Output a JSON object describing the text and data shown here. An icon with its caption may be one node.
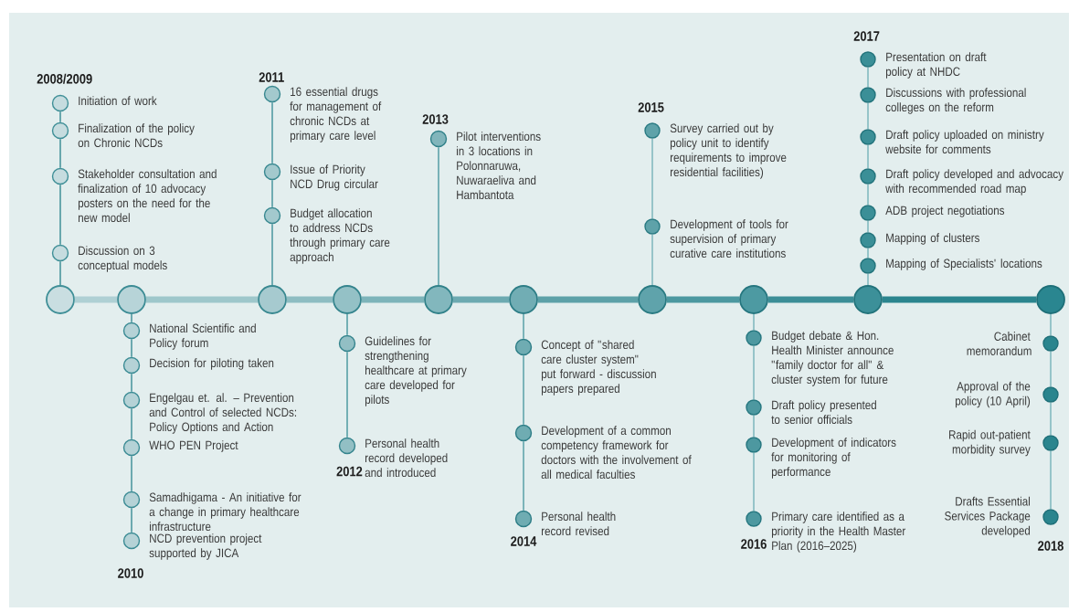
{
  "diagram": {
    "nodes": [
      {
        "text": [],
        "shape": "circle"
      },
      {
        "text": [],
        "shape": "circle",
        "beside": [
          "Initiation of work"
        ]
      },
      {
        "text": [],
        "shape": "circle",
        "beside": [
          "Finalization of the policy on Chronic NCDs"
        ]
      },
      {
        "text": [],
        "shape": "circle",
        "beside": [
          "Stakeholder consultation and finalization of 10 advocacy posters on the need for the new model"
        ]
      },
      {
        "text": [],
        "shape": "circle",
        "beside": [
          "Discussion on 3 conceptual models"
        ]
      },
      {
        "text": [],
        "shape": "circle"
      },
      {
        "text": [],
        "shape": "circle",
        "beside": [
          "National Scientific and Policy forum"
        ]
      },
      {
        "text": [],
        "shape": "circle",
        "beside": [
          "Decision for piloting taken"
        ]
      },
      {
        "text": [],
        "shape": "circle",
        "beside": [
          "Engelgau et. al. – Prevention and Control of selected NCDs: Policy Options and Action"
        ]
      },
      {
        "text": [],
        "shape": "circle",
        "beside": [
          "WHO PEN Project"
        ]
      },
      {
        "text": [],
        "shape": "circle",
        "beside": [
          "Samadhigama - An initiative for a change in primary healthcare infrastructure"
        ]
      },
      {
        "text": [],
        "shape": "circle",
        "beside": [
          "NCD prevention project supported by JICA"
        ]
      },
      {
        "text": [],
        "shape": "circle"
      },
      {
        "text": [],
        "shape": "circle",
        "beside": [
          "16 essential drugs for management of chronic NCDs at primary care level"
        ]
      },
      {
        "text": [],
        "shape": "circle",
        "beside": [
          "Issue of Priority NCD Drug circular"
        ]
      },
      {
        "text": [],
        "shape": "circle",
        "beside": [
          "Budget allocation to address NCDs through primary care approach"
        ]
      },
      {
        "text": [],
        "shape": "circle"
      },
      {
        "text": [],
        "shape": "circle",
        "beside": [
          "Guidelines for strengthening healthcare at primary care developed for pilots"
        ]
      },
      {
        "text": [],
        "shape": "circle",
        "beside": [
          "Personal health record developed and introduced"
        ]
      },
      {
        "text": [],
        "shape": "circle"
      },
      {
        "text": [],
        "shape": "circle",
        "beside": [
          "Pilot interventions in 3 locations in Polonnaruwa, Nuwaraeliva and Hambantota"
        ]
      },
      {
        "text": [],
        "shape": "circle"
      },
      {
        "text": [],
        "shape": "circle",
        "beside": [
          "Concept of \"shared care cluster system\" put forward - discussion papers prepared"
        ]
      },
      {
        "text": [],
        "shape": "circle",
        "beside": [
          "Development of a common competency framework for doctors with the involvement of all medical faculties"
        ]
      },
      {
        "text": [],
        "shape": "circle",
        "beside": [
          "Personal health record revised"
        ]
      },
      {
        "text": [],
        "shape": "circle"
      },
      {
        "text": [],
        "shape": "circle",
        "beside": [
          "Survey carried out by policy unit to identify requirements to improve residential facilities)"
        ]
      },
      {
        "text": [],
        "shape": "circle",
        "beside": [
          "Development of tools for supervision of primary curative care institutions"
        ]
      },
      {
        "text": [],
        "shape": "circle"
      },
      {
        "text": [],
        "shape": "circle",
        "beside": [
          "Budget debate & Hon. Health Minister announce \"family doctor for all\" & cluster system for future"
        ]
      },
      {
        "text": [],
        "shape": "circle",
        "beside": [
          "Draft policy presented to senior officials"
        ]
      },
      {
        "text": [],
        "shape": "circle",
        "beside": [
          "Development of indicators for monitoring of performance"
        ]
      },
      {
        "text": [],
        "shape": "circle",
        "beside": [
          "Primary care identified as a priority in the Health Master Plan (2016–2025)"
        ]
      },
      {
        "text": [],
        "shape": "circle"
      },
      {
        "text": [],
        "shape": "circle",
        "beside": [
          "Presentation on draft policy at NHDC"
        ]
      },
      {
        "text": [],
        "shape": "circle",
        "beside": [
          "Discussions with professional colleges on the reform"
        ]
      },
      {
        "text": [],
        "shape": "circle",
        "beside": [
          "Draft policy uploaded on ministry website for comments"
        ]
      },
      {
        "text": [],
        "shape": "circle",
        "beside": [
          "Draft policy developed and advocacy with recommended road map"
        ]
      },
      {
        "text": [],
        "shape": "circle",
        "beside": [
          "ADB project negotiations"
        ]
      },
      {
        "text": [],
        "shape": "circle",
        "beside": [
          "Mapping of clusters"
        ]
      },
      {
        "text": [],
        "shape": "circle",
        "beside": [
          "Mapping of Specialists' locations"
        ]
      },
      {
        "text": [],
        "shape": "circle"
      },
      {
        "text": [],
        "shape": "circle",
        "beside": [
          "Cabinet memorandum"
        ]
      },
      {
        "text": [],
        "shape": "circle",
        "beside": [
          "Approval of the policy (10 April)"
        ]
      },
      {
        "text": [],
        "shape": "circle",
        "beside": [
          "Rapid out-patient morbidity survey"
        ]
      },
      {
        "text": [],
        "shape": "circle",
        "beside": [
          "Drafts Essential Services Package developed"
        ]
      }
    ],
    "edges": [
      {
        "from": 0,
        "to": 5,
        "arrow": "none",
        "style": "thick"
      },
      {
        "from": 5,
        "to": 12,
        "arrow": "none",
        "style": "thick"
      },
      {
        "from": 12,
        "to": 16,
        "arrow": "none",
        "style": "thick"
      },
      {
        "from": 16,
        "to": 19,
        "arrow": "none",
        "style": "thick"
      },
      {
        "from": 19,
        "to": 21,
        "arrow": "none",
        "style": "thick"
      },
      {
        "from": 21,
        "to": 25,
        "arrow": "none",
        "style": "thick"
      },
      {
        "from": 25,
        "to": 28,
        "arrow": "none",
        "style": "thick"
      },
      {
        "from": 28,
        "to": 33,
        "arrow": "none",
        "style": "thick"
      },
      {
        "from": 33,
        "to": 41,
        "arrow": "none",
        "style": "thick"
      },
      {
        "from": 0,
        "to": 4,
        "arrow": "none"
      },
      {
        "from": 4,
        "to": 3,
        "arrow": "none"
      },
      {
        "from": 3,
        "to": 2,
        "arrow": "none"
      },
      {
        "from": 2,
        "to": 1,
        "arrow": "none"
      },
      {
        "from": 5,
        "to": 6,
        "arrow": "none"
      },
      {
        "from": 6,
        "to": 7,
        "arrow": "none"
      },
      {
        "from": 7,
        "to": 8,
        "arrow": "none"
      },
      {
        "from": 8,
        "to": 9,
        "arrow": "none"
      },
      {
        "from": 9,
        "to": 10,
        "arrow": "none"
      },
      {
        "from": 10,
        "to": 11,
        "arrow": "none"
      },
      {
        "from": 12,
        "to": 15,
        "arrow": "none"
      },
      {
        "from": 15,
        "to": 14,
        "arrow": "none"
      },
      {
        "from": 14,
        "to": 13,
        "arrow": "none"
      },
      {
        "from": 16,
        "to": 17,
        "arrow": "none"
      },
      {
        "from": 17,
        "to": 18,
        "arrow": "none"
      },
      {
        "from": 19,
        "to": 20,
        "arrow": "none"
      },
      {
        "from": 21,
        "to": 22,
        "arrow": "none"
      },
      {
        "from": 22,
        "to": 23,
        "arrow": "none"
      },
      {
        "from": 23,
        "to": 24,
        "arrow": "none"
      },
      {
        "from": 25,
        "to": 27,
        "arrow": "none"
      },
      {
        "from": 27,
        "to": 26,
        "arrow": "none"
      },
      {
        "from": 28,
        "to": 29,
        "arrow": "none"
      },
      {
        "from": 29,
        "to": 30,
        "arrow": "none"
      },
      {
        "from": 30,
        "to": 31,
        "arrow": "none"
      },
      {
        "from": 31,
        "to": 32,
        "arrow": "none"
      },
      {
        "from": 33,
        "to": 40,
        "arrow": "none"
      },
      {
        "from": 40,
        "to": 39,
        "arrow": "none"
      },
      {
        "from": 39,
        "to": 38,
        "arrow": "none"
      },
      {
        "from": 38,
        "to": 37,
        "arrow": "none"
      },
      {
        "from": 37,
        "to": 36,
        "arrow": "none"
      },
      {
        "from": 36,
        "to": 35,
        "arrow": "none"
      },
      {
        "from": 35,
        "to": 34,
        "arrow": "none"
      },
      {
        "from": 41,
        "to": 42,
        "arrow": "none"
      },
      {
        "from": 42,
        "to": 43,
        "arrow": "none"
      },
      {
        "from": 43,
        "to": 44,
        "arrow": "none"
      },
      {
        "from": 44,
        "to": 45,
        "arrow": "none"
      }
    ],
    "labels": [
      "2008/2009",
      "2010",
      "2011",
      "2012",
      "2013",
      "2014",
      "2015",
      "2016",
      "2017",
      "2018"
    ]
  }
}
